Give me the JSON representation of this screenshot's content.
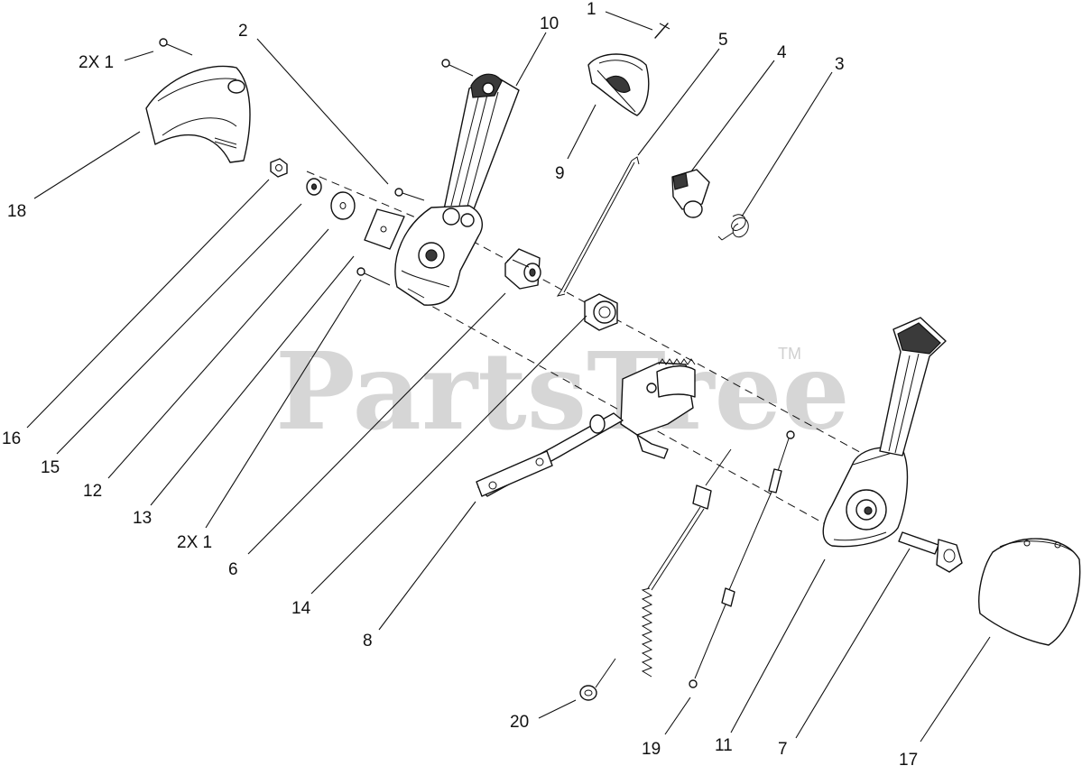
{
  "watermark": {
    "text": "PartsTree",
    "trademark": "TM"
  },
  "callouts": {
    "c1": "1",
    "c2": "2",
    "c3": "3",
    "c4": "4",
    "c5": "5",
    "c6": "6",
    "c7": "7",
    "c8": "8",
    "c9": "9",
    "c10": "10",
    "c11": "11",
    "c12": "12",
    "c13": "13",
    "c14": "14",
    "c15": "15",
    "c16": "16",
    "c17": "17",
    "c18": "18",
    "c19": "19",
    "c20": "20",
    "c2x1_top": "2X 1",
    "c2x1_bottom": "2X 1"
  },
  "colors": {
    "line": "#111111",
    "watermark": "#d6d6d6",
    "background": "#ffffff"
  }
}
